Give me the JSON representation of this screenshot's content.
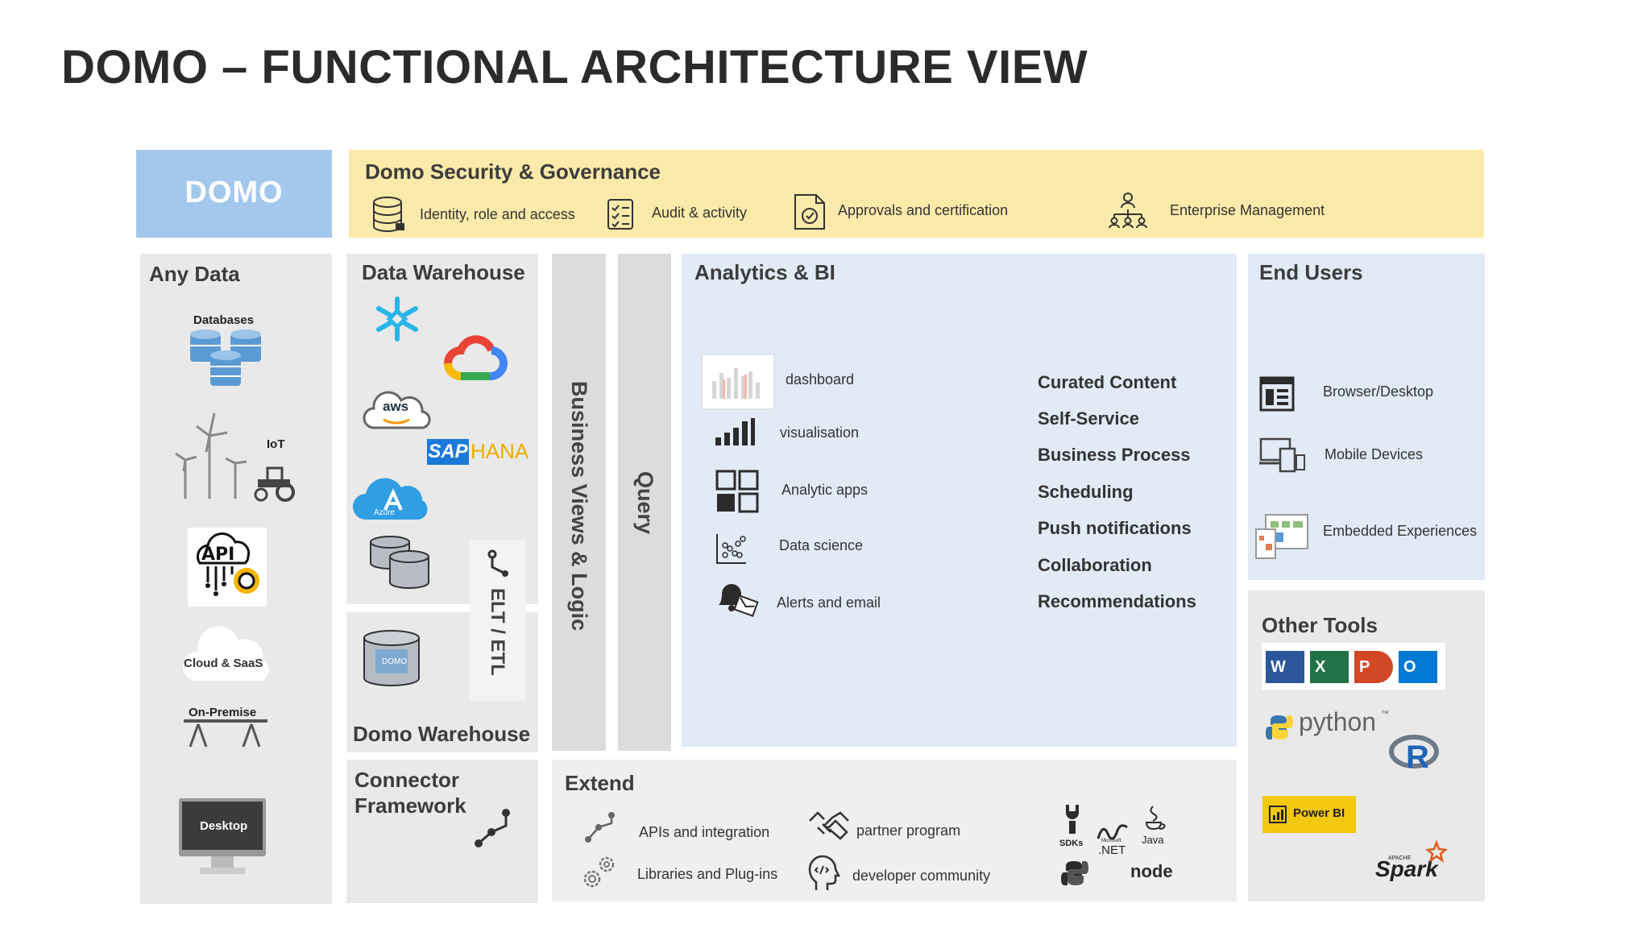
{
  "page": {
    "title": "DOMO – FUNCTIONAL ARCHITECTURE VIEW"
  },
  "logo": {
    "text": "DOMO"
  },
  "security": {
    "title": "Domo Security & Governance",
    "items": [
      "Identity, role and access",
      "Audit & activity",
      "Approvals and certification",
      "Enterprise Management"
    ]
  },
  "any_data": {
    "title": "Any Data",
    "databases": "Databases",
    "iot": "IoT",
    "api": "API",
    "cloud": "Cloud & SaaS",
    "on_premise": "On-Premise",
    "desktop": "Desktop"
  },
  "warehouse": {
    "title": "Data Warehouse",
    "aws": "aws",
    "sap": "SAP",
    "hana": "HANA",
    "azure": "Azure",
    "domo_mini": "DOMO",
    "domo_title": "Domo Warehouse",
    "elt": "ELT / ETL"
  },
  "connector": {
    "title_line1": "Connector",
    "title_line2": "Framework"
  },
  "business_views": "Business Views & Logic",
  "query": "Query",
  "analytics": {
    "title": "Analytics & BI",
    "tools": [
      "dashboard",
      "visualisation",
      "Analytic apps",
      "Data science",
      "Alerts and email"
    ],
    "features": [
      "Curated Content",
      "Self-Service",
      "Business Process",
      "Scheduling",
      "Push notifications",
      "Collaboration",
      "Recommendations"
    ]
  },
  "end_users": {
    "title": "End Users",
    "items": [
      "Browser/Desktop",
      "Mobile Devices",
      "Embedded Experiences"
    ]
  },
  "other_tools": {
    "title": "Other Tools",
    "office": [
      "W",
      "X",
      "P",
      "O"
    ],
    "python": "python",
    "tm": "™",
    "r": "R",
    "powerbi": "Power BI",
    "spark_small": "APACHE",
    "spark": "Spark"
  },
  "extend": {
    "title": "Extend",
    "items": [
      "APIs and integration",
      "Libraries and Plug-ins",
      "partner program",
      "developer community"
    ],
    "sdk_labels": [
      "SDKs",
      "Microsoft",
      ".NET",
      "Java",
      "node"
    ]
  },
  "colors": {
    "domo_blue": "#a4c8ec",
    "security_yellow": "#fbeaa9",
    "analytics_blue": "#e2eaf6",
    "panel_grey": "#e9e9e9"
  }
}
